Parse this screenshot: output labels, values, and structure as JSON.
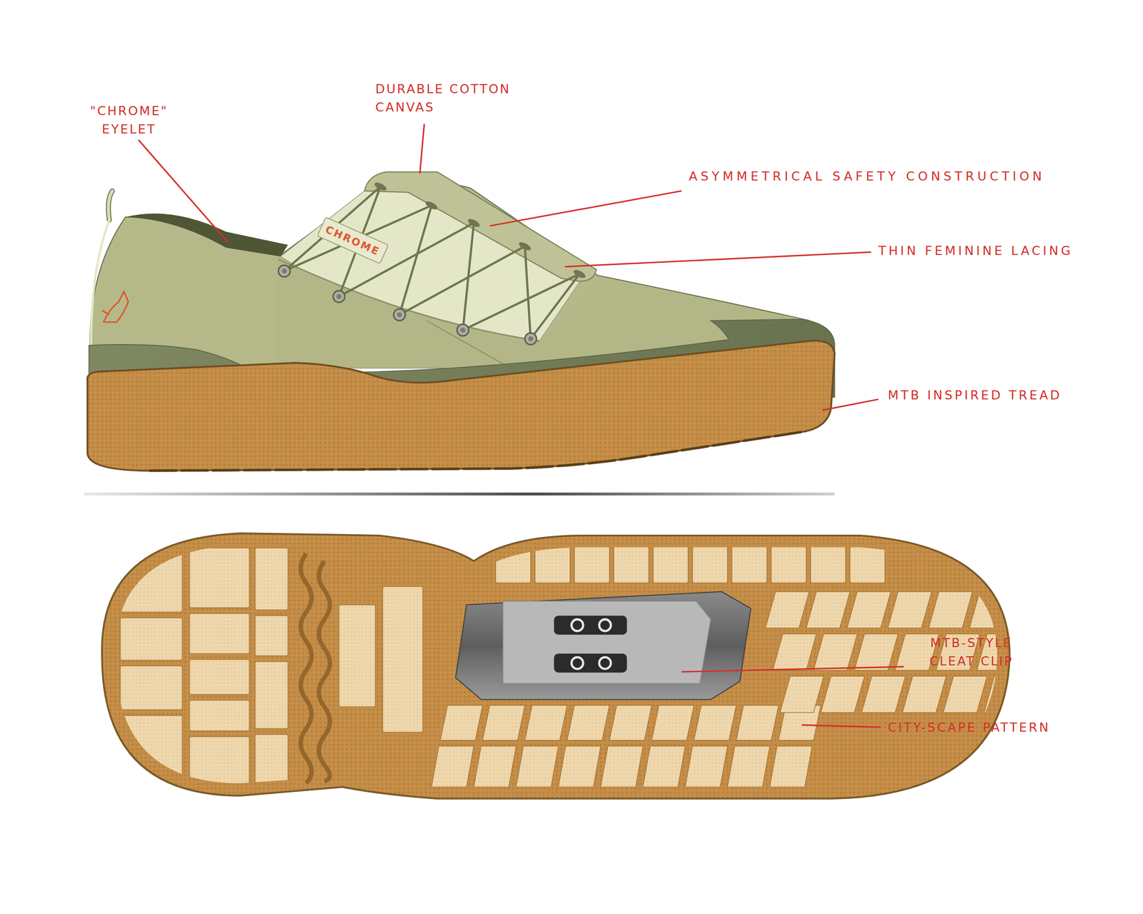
{
  "diagram": {
    "labels": [
      "\"CHROME\" EYELET",
      "DURABLE COTTON CANVAS",
      "CHROME",
      "ASYMMETRICAL SAFETY CONSTRUCTION",
      "THIN FEMININE LACING",
      "MTB INSPIRED TREAD",
      "MTB-STYLE CLEAT CLIP",
      "CITY-SCAPE PATTERN"
    ]
  }
}
